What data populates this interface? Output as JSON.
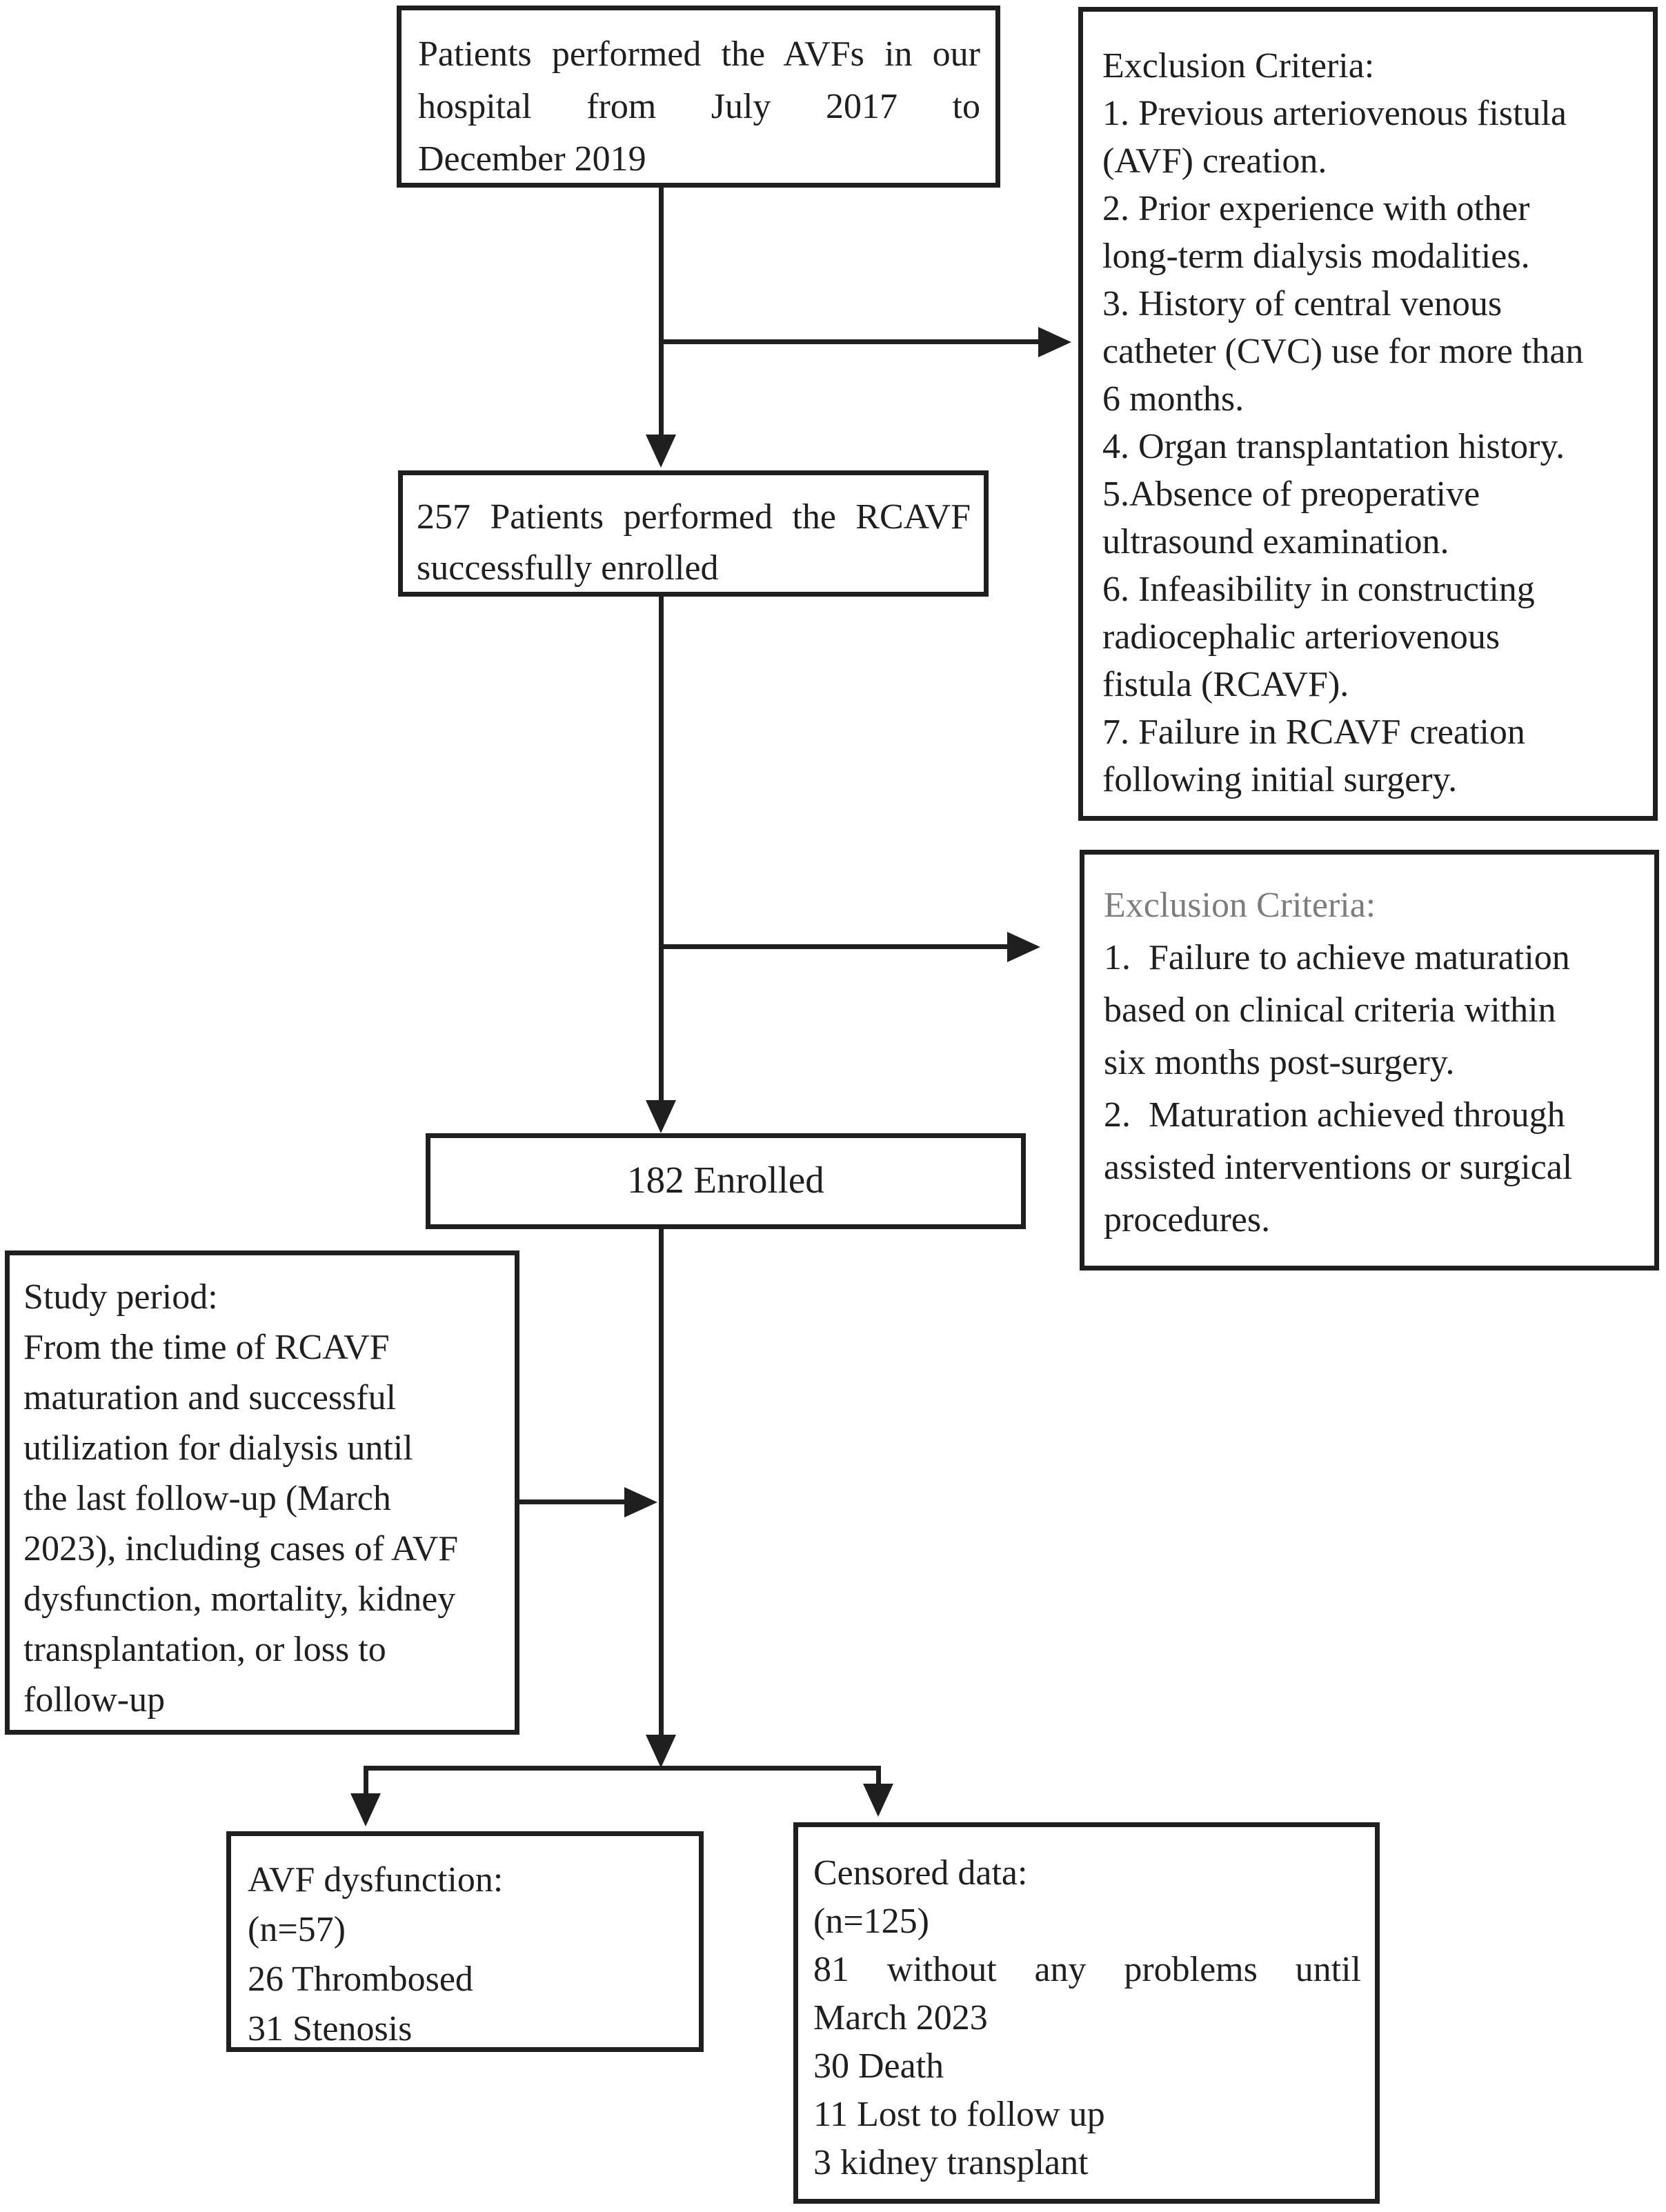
{
  "figure": {
    "kind": "patient-flow-diagram",
    "background_color": "#ffffff",
    "line_color": "#1f1f1f",
    "muted_heading_color": "#7d7d7d"
  },
  "boxes": {
    "enrollment_source": {
      "lines": [
        {
          "t": "Patients performed the AVFs in our",
          "j": true
        },
        {
          "t": "hospital from July 2017 to",
          "j": true
        },
        {
          "t": "December 2019"
        }
      ]
    },
    "exclusion_criteria_1": {
      "lines": [
        {
          "t": "Exclusion Criteria:"
        },
        {
          "t": "1. Previous arteriovenous fistula"
        },
        {
          "t": "(AVF) creation."
        },
        {
          "t": "2. Prior experience with other"
        },
        {
          "t": "long-term dialysis modalities."
        },
        {
          "t": "3. History of central venous"
        },
        {
          "t": "catheter (CVC) use for more than"
        },
        {
          "t": "6 months."
        },
        {
          "t": "4. Organ transplantation history."
        },
        {
          "t": "5.Absence of preoperative"
        },
        {
          "t": "ultrasound examination."
        },
        {
          "t": "6. Infeasibility in constructing"
        },
        {
          "t": "radiocephalic arteriovenous"
        },
        {
          "t": "fistula (RCAVF)."
        },
        {
          "t": "7. Failure in RCAVF creation"
        },
        {
          "t": "following initial surgery."
        }
      ]
    },
    "rcavf_enrolled": {
      "lines": [
        {
          "t": "257 Patients performed the RCAVF",
          "j": true
        },
        {
          "t": "successfully enrolled"
        }
      ]
    },
    "exclusion_criteria_2": {
      "lines": [
        {
          "t": "Exclusion Criteria:",
          "m": true
        },
        {
          "t": "1.  Failure to achieve maturation"
        },
        {
          "t": "based on clinical criteria within"
        },
        {
          "t": "six months post-surgery."
        },
        {
          "t": "2.  Maturation achieved through"
        },
        {
          "t": "assisted interventions or surgical"
        },
        {
          "t": "procedures."
        }
      ]
    },
    "enrolled_final": {
      "lines": [
        {
          "t": "182 Enrolled"
        }
      ]
    },
    "study_period": {
      "lines": [
        {
          "t": "Study period:"
        },
        {
          "t": "From the time of RCAVF"
        },
        {
          "t": "maturation and successful"
        },
        {
          "t": "utilization for dialysis until"
        },
        {
          "t": "the last follow-up (March"
        },
        {
          "t": "2023), including cases of AVF"
        },
        {
          "t": "dysfunction, mortality, kidney"
        },
        {
          "t": "transplantation, or loss to"
        },
        {
          "t": "follow-up"
        }
      ]
    },
    "avf_dysfunction": {
      "lines": [
        {
          "t": "AVF dysfunction:"
        },
        {
          "t": "(n=57)"
        },
        {
          "t": "26 Thrombosed"
        },
        {
          "t": "31 Stenosis"
        }
      ]
    },
    "censored_data": {
      "lines": [
        {
          "t": "Censored data:"
        },
        {
          "t": "(n=125)"
        },
        {
          "t": "81 without any problems until",
          "j": true
        },
        {
          "t": "March 2023"
        },
        {
          "t": "30 Death"
        },
        {
          "t": "11 Lost to follow up"
        },
        {
          "t": "3 kidney transplant"
        }
      ]
    }
  }
}
